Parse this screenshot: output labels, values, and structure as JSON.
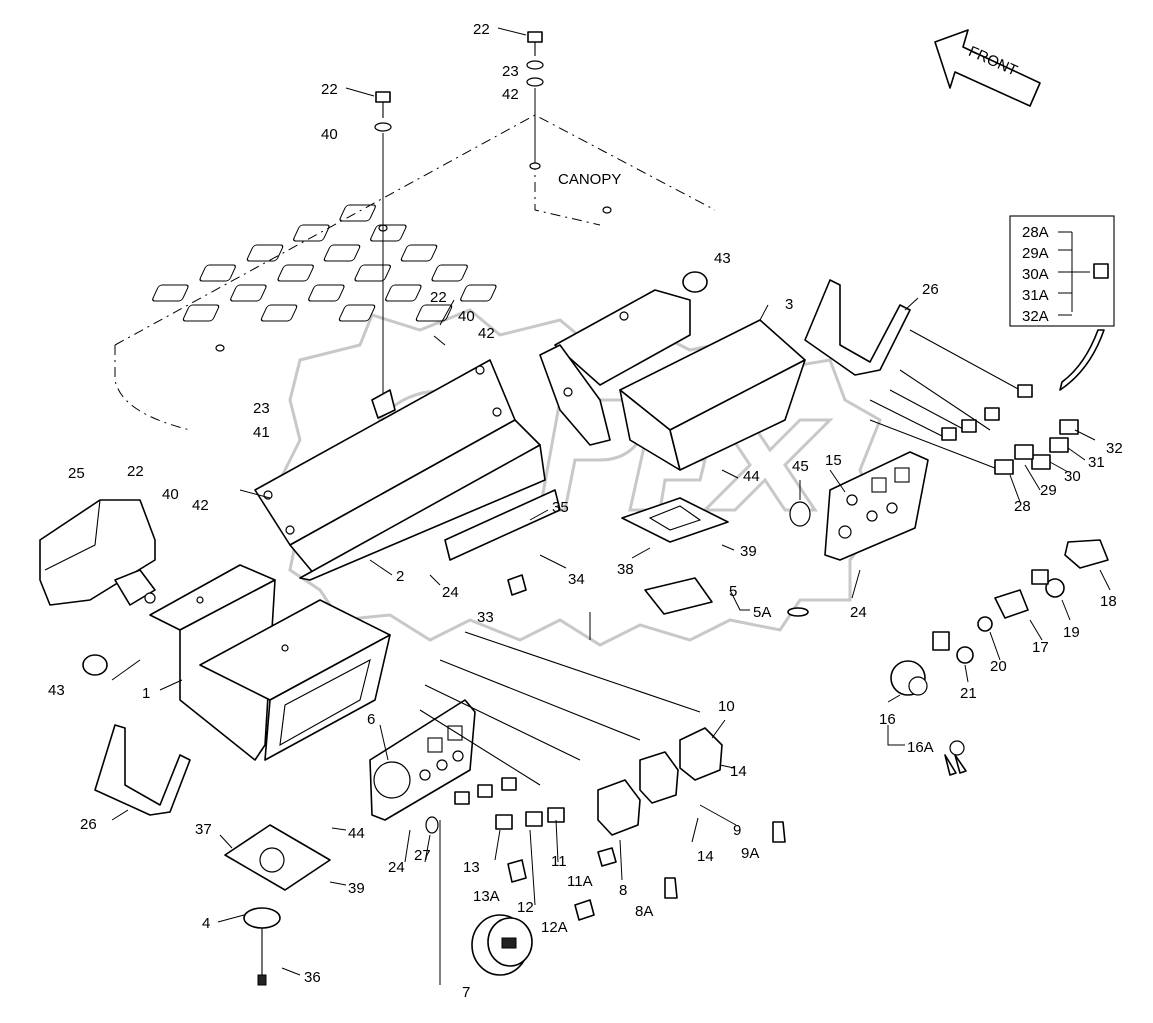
{
  "diagram": {
    "front_label": "FRONT",
    "canopy_label": "CANOPY",
    "callouts": {
      "c1": "1",
      "c2": "2",
      "c3": "3",
      "c4": "4",
      "c5": "5",
      "c5a": "5A",
      "c6": "6",
      "c7": "7",
      "c8": "8",
      "c8a": "8A",
      "c9": "9",
      "c9a": "9A",
      "c10": "10",
      "c11": "11",
      "c11a": "11A",
      "c12": "12",
      "c12a": "12A",
      "c13": "13",
      "c13a": "13A",
      "c14a": "14",
      "c14b": "14",
      "c15": "15",
      "c16": "16",
      "c16a": "16A",
      "c17": "17",
      "c18": "18",
      "c19": "19",
      "c20": "20",
      "c21": "21",
      "c22a": "22",
      "c22b": "22",
      "c22c": "22",
      "c22d": "22",
      "c23a": "23",
      "c23b": "23",
      "c24a": "24",
      "c24b": "24",
      "c24c": "24",
      "c25": "25",
      "c26a": "26",
      "c26b": "26",
      "c27": "27",
      "c28": "28",
      "c29": "29",
      "c30": "30",
      "c31": "31",
      "c32": "32",
      "c33": "33",
      "c34": "34",
      "c35": "35",
      "c36": "36",
      "c37": "37",
      "c38": "38",
      "c39a": "39",
      "c39b": "39",
      "c40a": "40",
      "c40b": "40",
      "c40c": "40",
      "c41": "41",
      "c42a": "42",
      "c42b": "42",
      "c42c": "42",
      "c43a": "43",
      "c43b": "43",
      "c44a": "44",
      "c44b": "44",
      "c45": "45"
    },
    "legend_box": [
      "28A",
      "29A",
      "30A",
      "31A",
      "32A"
    ]
  }
}
